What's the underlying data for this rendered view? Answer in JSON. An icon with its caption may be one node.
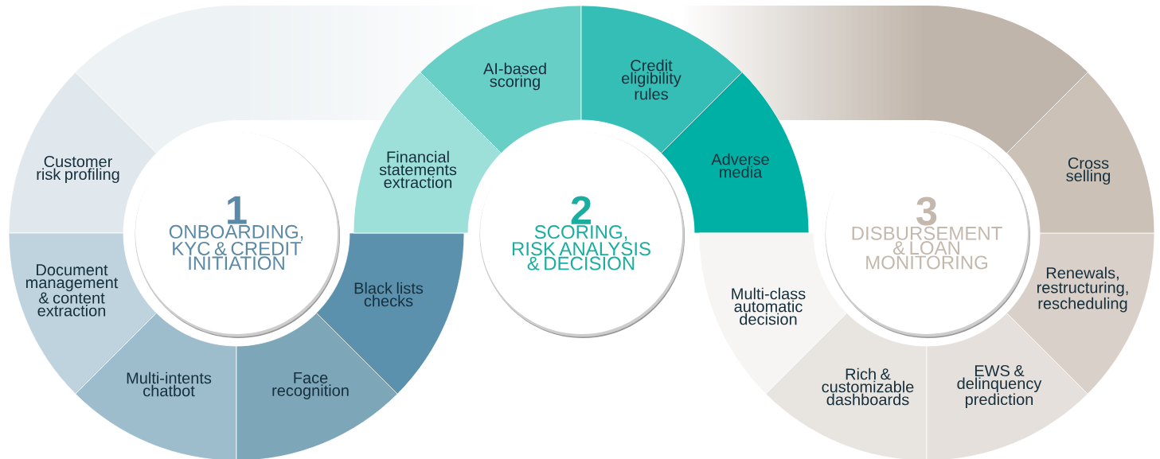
{
  "diagram": {
    "nodes": [
      {
        "text": [
          "1",
          "ONBOARDING, KYC & CREDIT INITIATION"
        ]
      },
      {
        "text": [
          "Customer risk profiling"
        ]
      },
      {
        "text": [
          "Document management & content extraction"
        ]
      },
      {
        "text": [
          "Multi-intents chatbot"
        ]
      },
      {
        "text": [
          "Face recognition"
        ]
      },
      {
        "text": [
          "Black lists checks"
        ]
      },
      {
        "text": [
          "2",
          "SCORING, RISK ANALYSIS & DECISION"
        ]
      },
      {
        "text": [
          "Financial statements extraction"
        ]
      },
      {
        "text": [
          "AI-based scoring"
        ]
      },
      {
        "text": [
          "Credit eligibility rules"
        ]
      },
      {
        "text": [
          "Adverse media"
        ]
      },
      {
        "text": [
          "3",
          "DISBURSEMENT & LOAN MONITORING"
        ]
      },
      {
        "text": [
          "Multi-class automatic decision"
        ]
      },
      {
        "text": [
          "Rich & customizable dashboards"
        ]
      },
      {
        "text": [
          "EWS & delinquency prediction"
        ]
      },
      {
        "text": [
          "Renewals, restructuring, rescheduling"
        ]
      },
      {
        "text": [
          "Cross selling"
        ]
      }
    ]
  }
}
